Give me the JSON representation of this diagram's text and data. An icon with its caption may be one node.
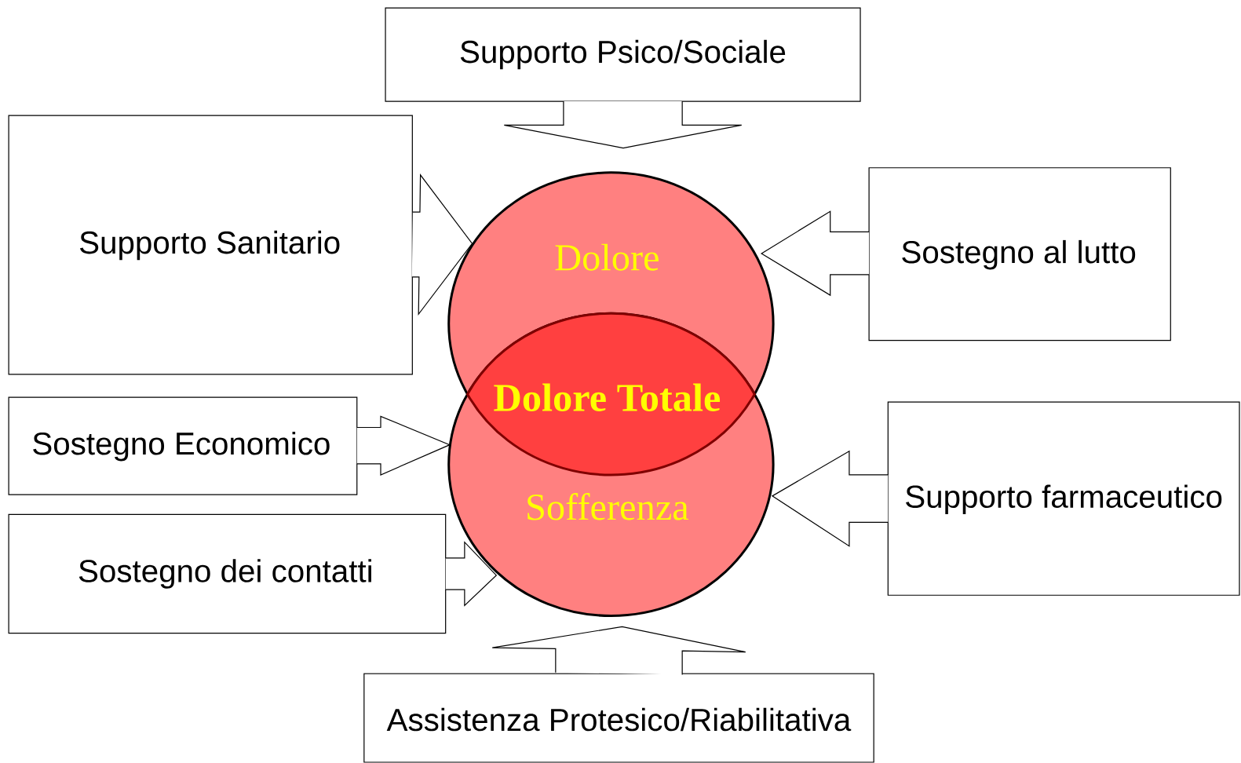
{
  "diagram": {
    "nodes": [
      {
        "text": [
          "Supporto Psico/Sociale"
        ]
      },
      {
        "text": [
          "Supporto Sanitario"
        ]
      },
      {
        "text": [
          "Sostegno al lutto"
        ]
      },
      {
        "text": [
          "Sostegno Economico"
        ]
      },
      {
        "text": [
          "Sostegno dei contatti"
        ]
      },
      {
        "text": [
          "Supporto farmaceutico"
        ]
      },
      {
        "text": [
          "Assistenza Protesico/Riabilitativa"
        ]
      },
      {
        "text": [
          "Dolore"
        ]
      },
      {
        "text": [
          "Sofferenza"
        ]
      },
      {
        "text": [
          "Dolore Totale"
        ]
      }
    ],
    "edges": [
      {
        "from": 0,
        "to": 7,
        "arrow": "to"
      },
      {
        "from": 1,
        "to": 7,
        "arrow": "to"
      },
      {
        "from": 2,
        "to": 7,
        "arrow": "to"
      },
      {
        "from": 3,
        "to": 8,
        "arrow": "to"
      },
      {
        "from": 4,
        "to": 8,
        "arrow": "to"
      },
      {
        "from": 5,
        "to": 8,
        "arrow": "to"
      },
      {
        "from": 6,
        "to": 8,
        "arrow": "to"
      }
    ]
  }
}
